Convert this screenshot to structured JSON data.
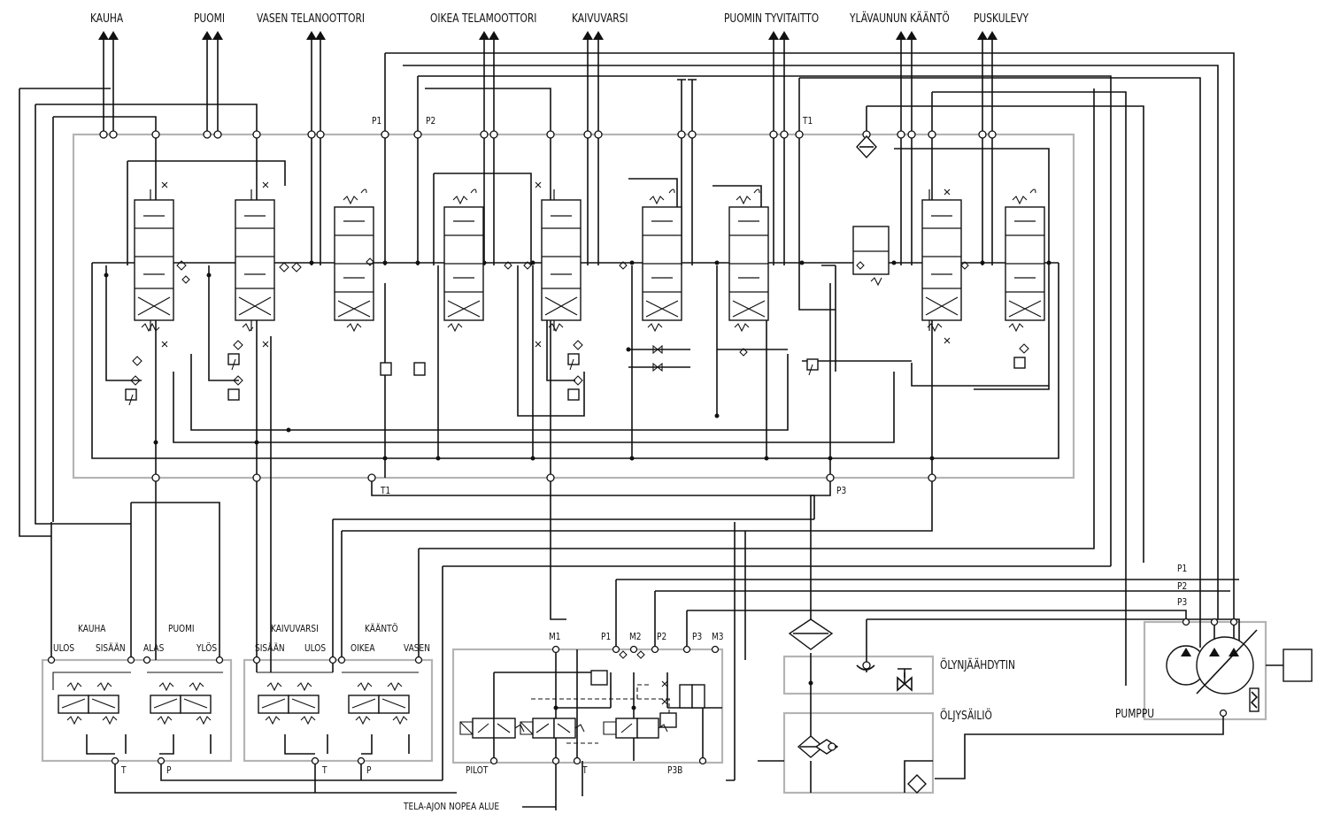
{
  "top_labels": [
    "KAUHA",
    "PUOMI",
    "VASEN TELANOOTTORI",
    "OIKEA TELAMOOTTORI",
    "KAIVUVARSI",
    "PUOMIN TYVITAITTO",
    "YLÄVAUNUN KÄÄNTÖ",
    "PUSKULEVY"
  ],
  "valve_ports": {
    "p1": "P1",
    "p2": "P2",
    "t1_top": "T1",
    "t1_bottom": "T1",
    "p3": "P3"
  },
  "joystick_left": {
    "title_a": "KAUHA",
    "title_b": "PUOMI",
    "ulos": "ULOS",
    "sisaan": "SISÄÄN",
    "alas": "ALAS",
    "ylos": "YLÖS",
    "t": "T",
    "p": "P"
  },
  "joystick_right": {
    "title_a": "KAIVUVARSI",
    "title_b": "KÄÄNTÖ",
    "sisaan": "SISÄÄN",
    "ulos": "ULOS",
    "oikea": "OIKEA",
    "vasen": "VASEN",
    "t": "T",
    "p": "P"
  },
  "pilot_block": {
    "m1": "M1",
    "p1": "P1",
    "m2": "M2",
    "p2": "P2",
    "p3": "P3",
    "m3": "M3",
    "pilot": "PILOT",
    "t": "T",
    "p3b": "P3B"
  },
  "components": {
    "cooler": "ÖLYNJÄÄHDYTIN",
    "tank": "ÖLJYSÄILIÖ",
    "pump": "PUMPPU"
  },
  "pump_lines": {
    "p1": "P1",
    "p2": "P2",
    "p3": "P3"
  },
  "footer_note": "TELA-AJON NOPEA ALUE"
}
